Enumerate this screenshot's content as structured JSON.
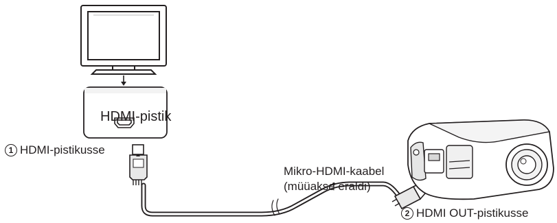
{
  "hdmi_jack_label": "HDMI-pistik",
  "tv_port": {
    "number": "1",
    "label": "HDMI-pistikusse"
  },
  "cable": {
    "name": "Mikro-HDMI-kaabel",
    "note": "(müüakse eraldi)"
  },
  "camera_port": {
    "number": "2",
    "label": "HDMI OUT-pistikusse"
  },
  "icons": [
    "tv-icon",
    "hdmi-port-icon",
    "hdmi-plug-icon",
    "micro-hdmi-plug-icon",
    "action-camera-icon",
    "down-arrow-icon"
  ]
}
